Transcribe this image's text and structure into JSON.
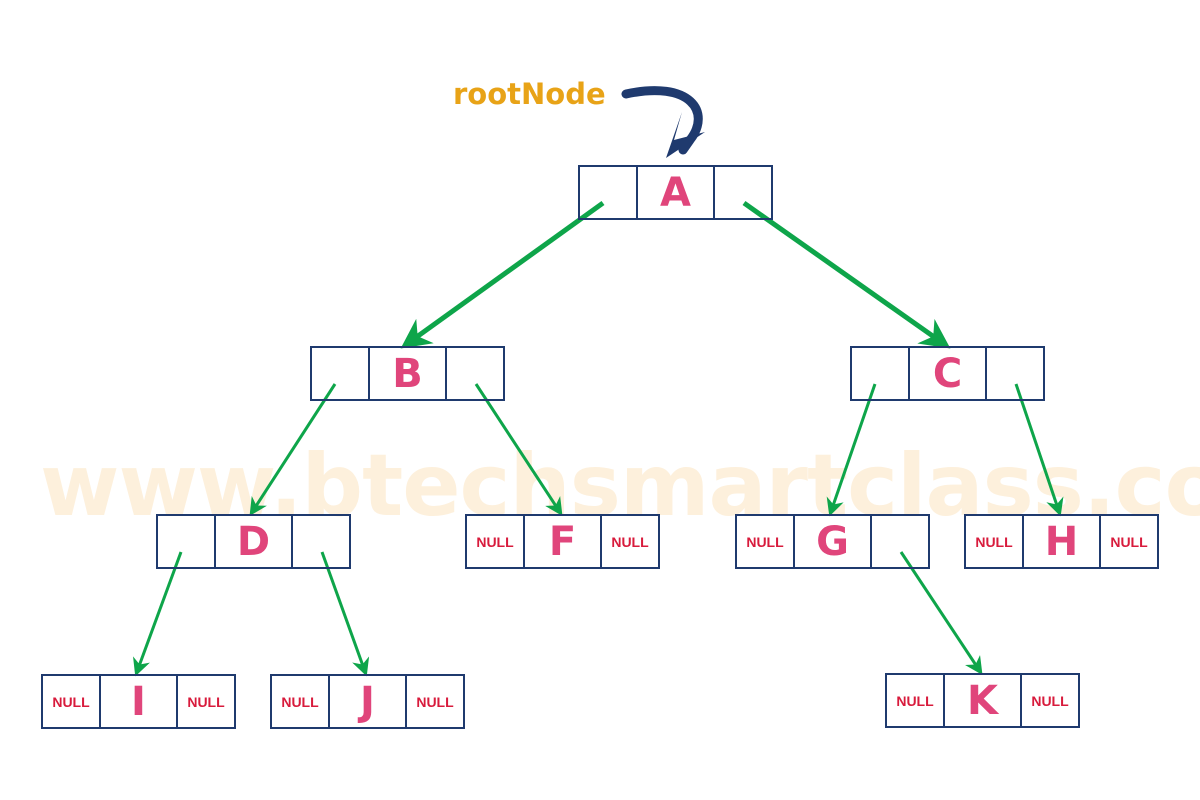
{
  "watermark": "www.btechsmartclass.com",
  "root_label": "rootNode",
  "null_text": "NULL",
  "colors": {
    "node_border": "#1f3a6e",
    "node_value": "#e0457b",
    "null_text": "#d81b3c",
    "edge": "#0ea54a",
    "root_label": "#e8a317",
    "root_arrow": "#1f3a6e",
    "watermark": "#fdf0dc"
  },
  "nodes": [
    {
      "id": "A",
      "value": "A",
      "left": "",
      "right": ""
    },
    {
      "id": "B",
      "value": "B",
      "left": "",
      "right": ""
    },
    {
      "id": "C",
      "value": "C",
      "left": "",
      "right": ""
    },
    {
      "id": "D",
      "value": "D",
      "left": "",
      "right": ""
    },
    {
      "id": "F",
      "value": "F",
      "left": "NULL",
      "right": "NULL"
    },
    {
      "id": "G",
      "value": "G",
      "left": "NULL",
      "right": ""
    },
    {
      "id": "H",
      "value": "H",
      "left": "NULL",
      "right": "NULL"
    },
    {
      "id": "I",
      "value": "I",
      "left": "NULL",
      "right": "NULL"
    },
    {
      "id": "J",
      "value": "J",
      "left": "NULL",
      "right": "NULL"
    },
    {
      "id": "K",
      "value": "K",
      "left": "NULL",
      "right": "NULL"
    }
  ],
  "edges": [
    {
      "from": "A",
      "to": "B",
      "side": "left"
    },
    {
      "from": "A",
      "to": "C",
      "side": "right"
    },
    {
      "from": "B",
      "to": "D",
      "side": "left"
    },
    {
      "from": "B",
      "to": "F",
      "side": "right"
    },
    {
      "from": "C",
      "to": "G",
      "side": "left"
    },
    {
      "from": "C",
      "to": "H",
      "side": "right"
    },
    {
      "from": "D",
      "to": "I",
      "side": "left"
    },
    {
      "from": "D",
      "to": "J",
      "side": "right"
    },
    {
      "from": "G",
      "to": "K",
      "side": "right"
    }
  ]
}
